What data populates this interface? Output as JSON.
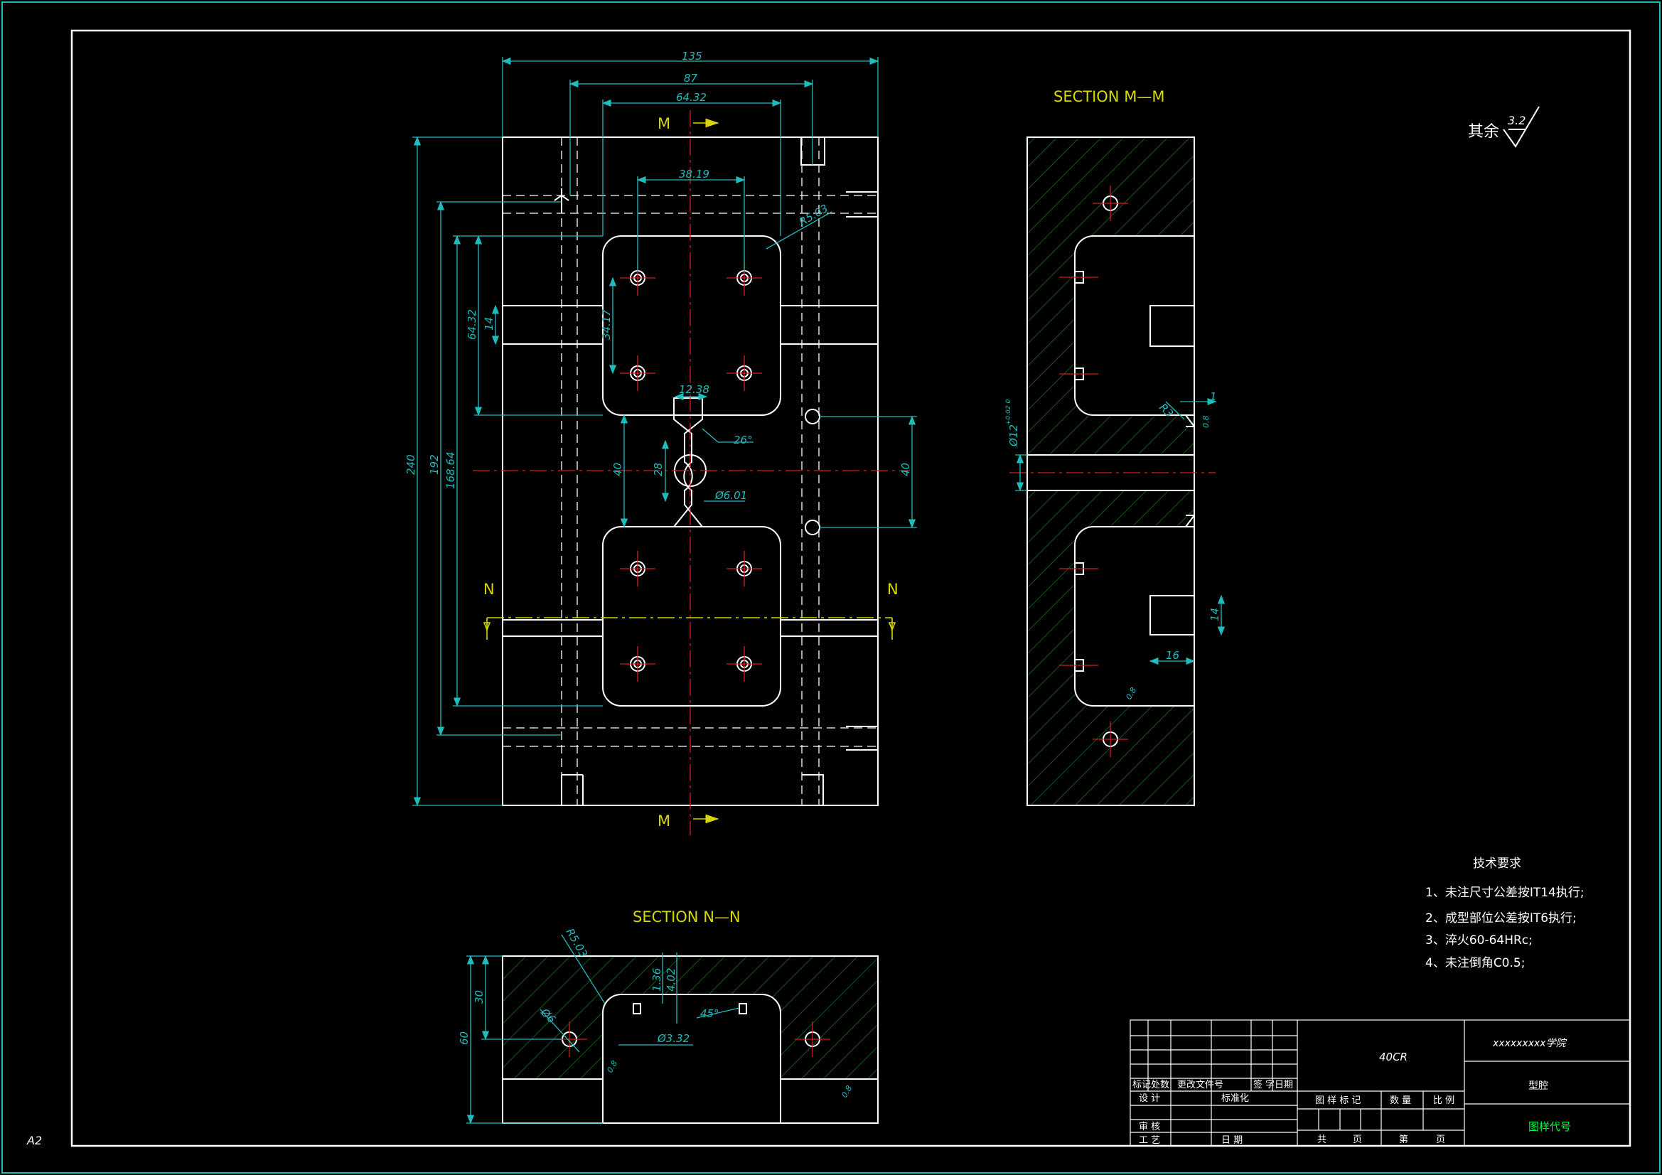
{
  "sheet": {
    "size_label": "A2"
  },
  "sections": {
    "mm": "SECTION M—M",
    "nn": "SECTION N—N",
    "cut_m": "M",
    "cut_n": "N"
  },
  "roughness": {
    "label": "其余",
    "value": "3.2"
  },
  "dimensions": {
    "d135": "135",
    "d87": "87",
    "d6432": "64.32",
    "d3819": "38.19",
    "r503": "R5.03",
    "d1238": "12.38",
    "a26": "26°",
    "d601": "Ø6.01",
    "d40": "40",
    "d28": "28",
    "d240": "240",
    "d192": "192",
    "d16864": "168.64",
    "d6432v": "64.32",
    "d14": "14",
    "d3417": "34.17",
    "d12": "Ø12",
    "d12tol": "+0.02 0",
    "r3": "R3",
    "d1": "1",
    "s08": "0.8",
    "d16": "16",
    "d30": "30",
    "d60": "60",
    "d136": "1.36",
    "d402": "4.02",
    "d332": "Ø3.32",
    "a45": "45°",
    "d6": "Ø6"
  },
  "tech_req": {
    "title": "技术要求",
    "items": [
      "1、未注尺寸公差按IT14执行;",
      "2、成型部位公差按IT6执行;",
      "3、淬火60-64HRc;",
      "4、未注倒角C0.5;"
    ]
  },
  "title_block": {
    "material": "40CR",
    "school": "xxxxxxxxx学院",
    "part_name": "型腔",
    "drawing_no": "图样代号",
    "rev_headers": [
      "标记",
      "处数",
      "更改文件号",
      "签 字",
      "日期"
    ],
    "roles": {
      "design": "设 计",
      "standard": "标准化",
      "check": "审 核",
      "process": "工 艺",
      "date": "日 期"
    },
    "stage_headers": [
      "图 样 标 记",
      "数 量",
      "比 例"
    ],
    "sheets": {
      "total": "共",
      "page": "页",
      "nth": "第",
      "page2": "页"
    }
  }
}
